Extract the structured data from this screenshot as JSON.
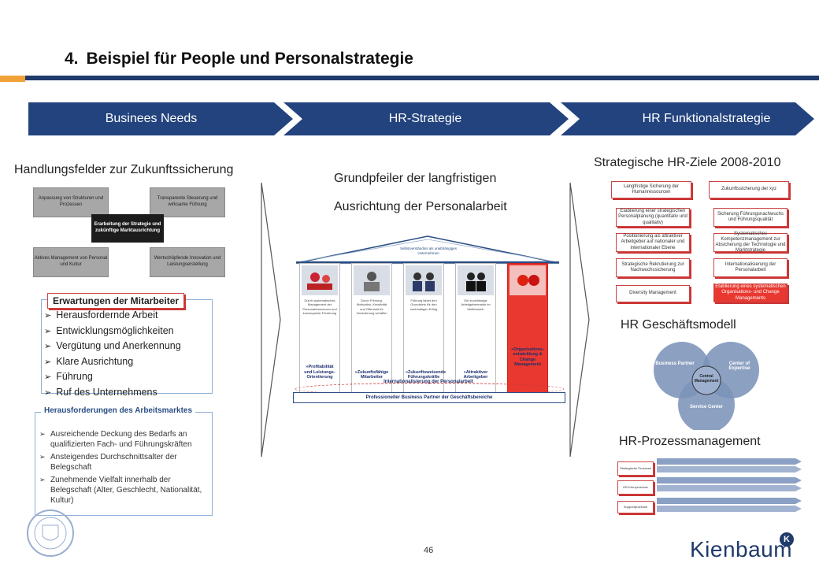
{
  "slide": {
    "number": "4.",
    "title": "Beispiel für People und Personalstrategie",
    "page_number": "46"
  },
  "chevrons": [
    "Businees Needs",
    "HR-Strategie",
    "HR Funktionalstrategie"
  ],
  "left": {
    "title": "Handlungsfelder zur Zukunftssicherung",
    "quad_boxes": [
      "Anpassung von Strukturen und Prozessen",
      "Transparente Steuerung und wirksame Führung",
      "Aktives Management von Personal und Kultur",
      "Wertschöpfende Innovation und Leistungserstellung"
    ],
    "center_box": "Erarbeitung der Strategie und zukünftige Marktausrichtung",
    "expectations_title": "Erwartungen der Mitarbeiter",
    "expectations": [
      "Herausfordernde Arbeit",
      "Entwicklungsmöglichkeiten",
      "Vergütung und Anerkennung",
      "Klare Ausrichtung",
      "Führung",
      "Ruf des Unternehmens"
    ],
    "market_title": "Herausforderungen des Arbeitsmarktes",
    "market_items": [
      "Ausreichende Deckung des Bedarfs an qualifizierten Fach- und Führungskräften",
      "Ansteigendes Durchschnittsalter der Belegschaft",
      "Zunehmende Vielfalt innerhalb der Belegschaft (Alter, Geschlecht, Nationalität, Kultur)"
    ]
  },
  "middle": {
    "title_line1": "Grundpfeiler der langfristigen",
    "title_line2": "Ausrichtung der Personalarbeit",
    "roof_text": "Selbstverständnis als unabhängiges Unternehmen",
    "pillars": [
      {
        "label": "»Profitabilität und Leistungs-Orientierung",
        "text": "Durch systematisches Management der Personalressourcen und konsequente Förderung"
      },
      {
        "label": "»Zukunftsfähige Mitarbeiter",
        "text": "Durch Führung, Motivation, Kreativität und Offenheit für Veränderung schaffen"
      },
      {
        "label": "»Zukunftsweisende Führungskräfte",
        "text": "Führung bildet den Grundstein für den nachhaltigen Erfolg"
      },
      {
        "label": "»Attraktiver Arbeitgeber",
        "text": "Die zuverlässige Arbeitgebermarke im Wettbewerb"
      },
      {
        "label": "»Organisations-entwicklung & Change Management",
        "text": ""
      }
    ],
    "ellipse_text": "Internationalisierung der Personalarbeit",
    "base_text": "Professioneller Business Partner der Geschäftsbereiche"
  },
  "right": {
    "goals_title": "Strategische HR-Ziele 2008-2010",
    "goals": [
      "Langfristige Sicherung der Humanressourcen",
      "Zukunftssicherung der xyz",
      "Etablierung einer strategischen Personalplanung (quantitativ und qualitativ)",
      "Sicherung Führungsnachwuchs und Führungsqualität",
      "Positionierung als attraktiver Arbeitgeber auf nationaler und internationaler Ebene",
      "Systematisches Kompetenzmanagement zur Absicherung der Technologie und Marktstrategie",
      "Strategische Rekrutierung zur Nachwuchssicherung",
      "Internationalisierung der Personalarbeit",
      "Diversity Management",
      "Etablierung eines systematischen Organisations- und Change Managements"
    ],
    "model_title": "HR Geschäftsmodell",
    "model_circles": [
      "Business Partner",
      "Center of Expertise",
      "Service Center",
      "Central Management"
    ],
    "process_title": "HR-Prozessmanagement",
    "process_rows": [
      "Strategische Prozesse",
      "HR-Kernprozesse",
      "Supportprozesse"
    ]
  },
  "brand": {
    "logo_text": "Kienbaum",
    "logo_mark": "K"
  },
  "colors": {
    "navy": "#1f3a6b",
    "orange": "#f0a23a",
    "chevron": "#23437e",
    "red": "#e8382f",
    "circle": "#7c93b8"
  }
}
